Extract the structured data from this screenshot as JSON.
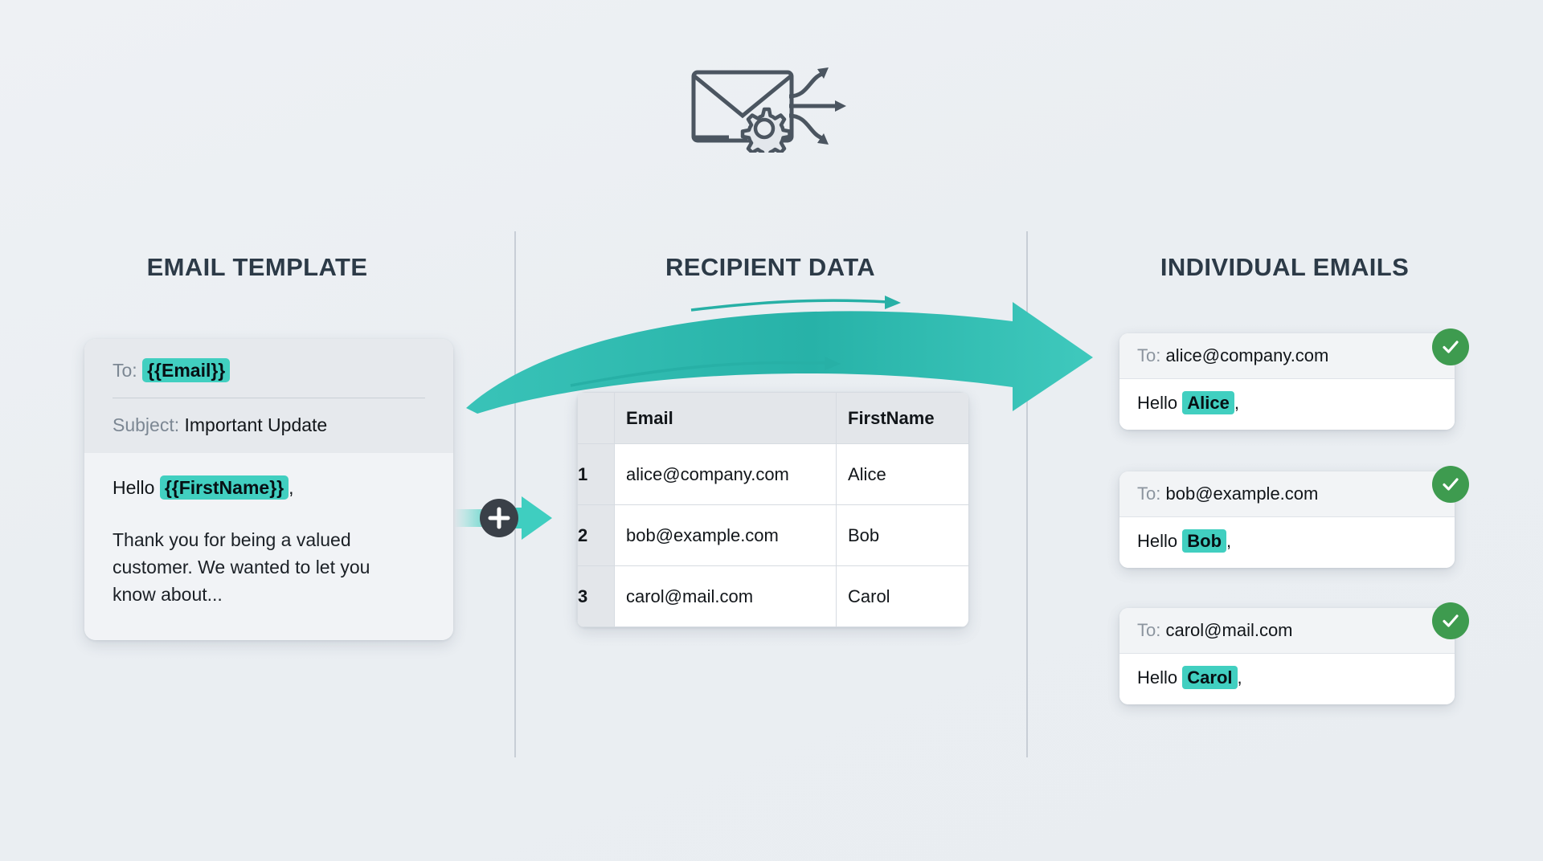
{
  "header": {
    "icon": "mail-merge-icon"
  },
  "columns": [
    {
      "id": "template",
      "title": "EMAIL TEMPLATE"
    },
    {
      "id": "recipients",
      "title": "RECIPIENT DATA"
    },
    {
      "id": "outputs",
      "title": "INDIVIDUAL EMAILS"
    }
  ],
  "template": {
    "to_label": "To:",
    "to_token": "{{Email}}",
    "subject_label": "Subject:",
    "subject_value": "Important Update",
    "greeting_prefix": "Hello",
    "greeting_token": "{{FirstName}}",
    "greeting_suffix": ",",
    "body": "Thank you for being a valued customer. We wanted to let you know about..."
  },
  "connector": {
    "plus_symbol": "+"
  },
  "recipients": {
    "columns": [
      "Email",
      "FirstName"
    ],
    "rows": [
      {
        "index": "1",
        "email": "alice@company.com",
        "firstname": "Alice"
      },
      {
        "index": "2",
        "email": "bob@example.com",
        "firstname": "Bob"
      },
      {
        "index": "3",
        "email": "carol@mail.com",
        "firstname": "Carol"
      }
    ]
  },
  "outputs": [
    {
      "to_label": "To:",
      "to_value": "alice@company.com",
      "greeting_prefix": "Hello",
      "name": "Alice",
      "greeting_suffix": ",",
      "status": "sent"
    },
    {
      "to_label": "To:",
      "to_value": "bob@example.com",
      "greeting_prefix": "Hello",
      "name": "Bob",
      "greeting_suffix": ",",
      "status": "sent"
    },
    {
      "to_label": "To:",
      "to_value": "carol@mail.com",
      "greeting_prefix": "Hello",
      "name": "Carol",
      "greeting_suffix": ",",
      "status": "sent"
    }
  ],
  "colors": {
    "accent_teal": "#41cfc0",
    "arrow_teal": "#2cb5ab",
    "success_green": "#3e9b4f",
    "title_navy": "#2c3a47",
    "background": "#eef1f4"
  }
}
